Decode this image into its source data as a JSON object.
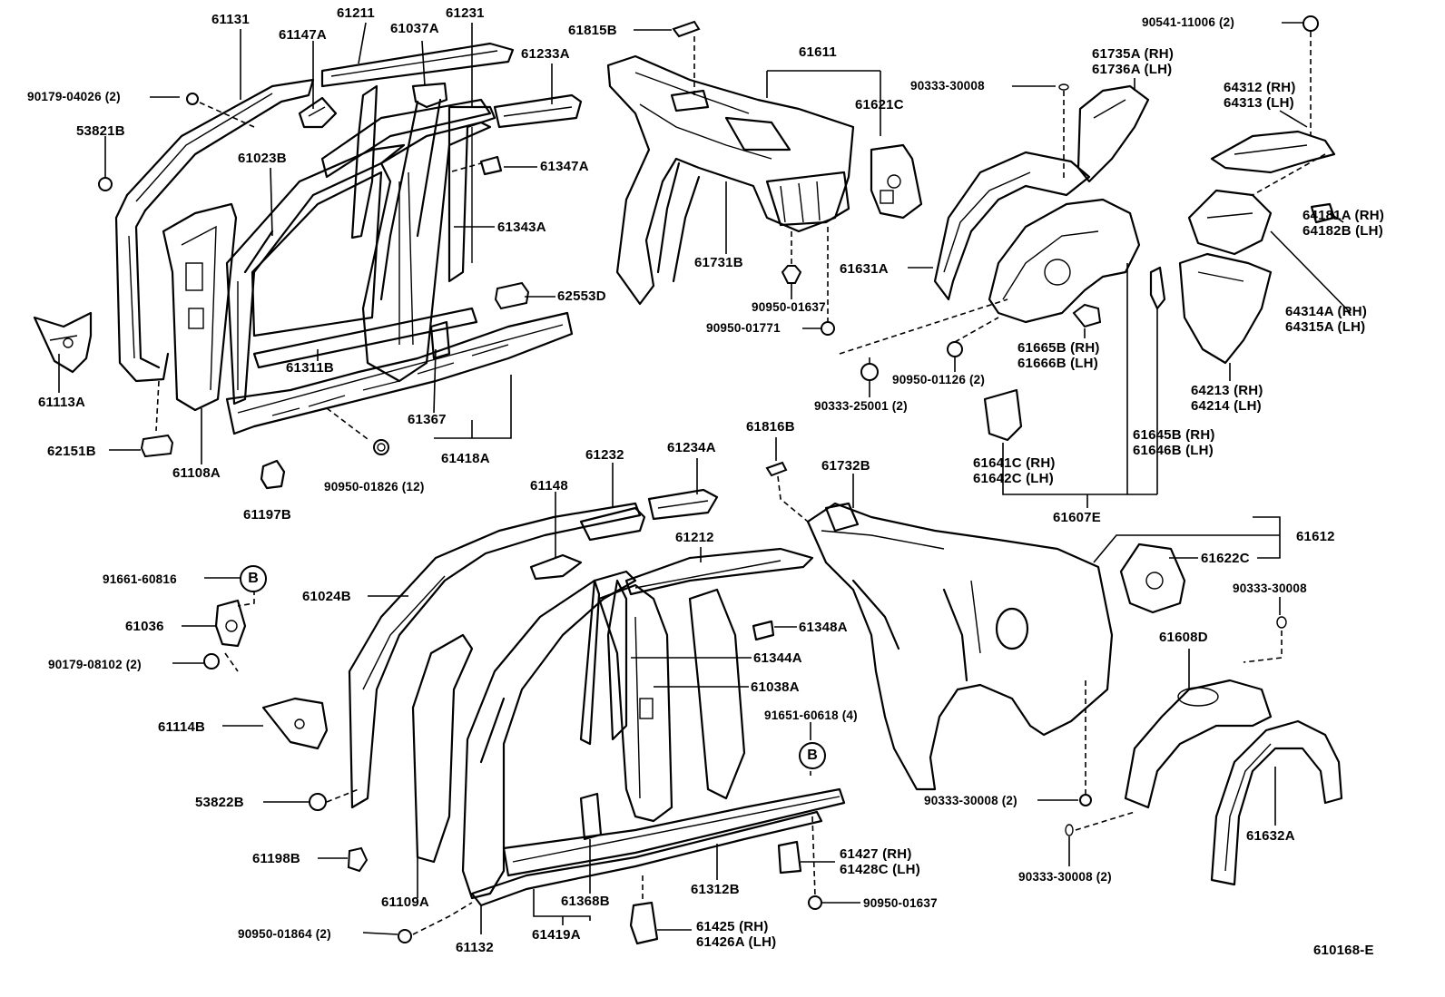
{
  "diagram_id": "610168-E",
  "callouts": {
    "c_B": "B",
    "p61131": "61131",
    "p61211": "61211",
    "p61231": "61231",
    "p61147A": "61147A",
    "p61037A": "61037A",
    "p90179_04026": "90179-04026 (2)",
    "p61233A": "61233A",
    "p53821B": "53821B",
    "p61023B": "61023B",
    "p61347A": "61347A",
    "p61343A": "61343A",
    "p62553D": "62553D",
    "p61113A": "61113A",
    "p61311B": "61311B",
    "p61367": "61367",
    "p61418A": "61418A",
    "p62151B": "62151B",
    "p61108A": "61108A",
    "p90950_01826": "90950-01826 (12)",
    "p61197B": "61197B",
    "p61815B": "61815B",
    "p61611": "61611",
    "p61621C": "61621C",
    "p61731B": "61731B",
    "p90950_01637a": "90950-01637",
    "p90950_01771": "90950-01771",
    "p90333_30008a": "90333-30008",
    "p90541_11006": "90541-11006 (2)",
    "p61735A": "61735A (RH)",
    "p61736A": "61736A (LH)",
    "p64312": "64312 (RH)",
    "p64313": "64313 (LH)",
    "p61631A": "61631A",
    "p64181A": "64181A (RH)",
    "p64182B": "64182B (LH)",
    "p64314A": "64314A (RH)",
    "p64315A": "64315A (LH)",
    "p90950_01126": "90950-01126 (2)",
    "p61665B": "61665B (RH)",
    "p61666B": "61666B (LH)",
    "p90333_25001": "90333-25001 (2)",
    "p64213": "64213 (RH)",
    "p64214": "64214 (LH)",
    "p61645B": "61645B (RH)",
    "p61646B": "61646B (LH)",
    "p61641C": "61641C (RH)",
    "p61642C": "61642C (LH)",
    "p61607E": "61607E",
    "p61148": "61148",
    "p61232": "61232",
    "p61234A": "61234A",
    "p61816B": "61816B",
    "p61732B": "61732B",
    "p61212": "61212",
    "p91661_60816": "91661-60816",
    "p61024B": "61024B",
    "p61036": "61036",
    "p90179_08102": "90179-08102 (2)",
    "p61348A": "61348A",
    "p61344A": "61344A",
    "p61038A": "61038A",
    "p91651_60618": "91651-60618 (4)",
    "p61114B": "61114B",
    "p53822B": "53822B",
    "p61198B": "61198B",
    "p61109A": "61109A",
    "p90950_01864": "90950-01864 (2)",
    "p61132": "61132",
    "p61419A": "61419A",
    "p61368B": "61368B",
    "p61312B": "61312B",
    "p61427": "61427  (RH)",
    "p61428C": "61428C (LH)",
    "p90950_01637b": "90950-01637",
    "p61425": "61425   (RH)",
    "p61426A": "61426A (LH)",
    "p61612": "61612",
    "p61622C": "61622C",
    "p90333_30008b": "90333-30008",
    "p61608D": "61608D",
    "p90333_30008c": "90333-30008 (2)",
    "p90333_30008d": "90333-30008 (2)",
    "p61632A": "61632A"
  }
}
